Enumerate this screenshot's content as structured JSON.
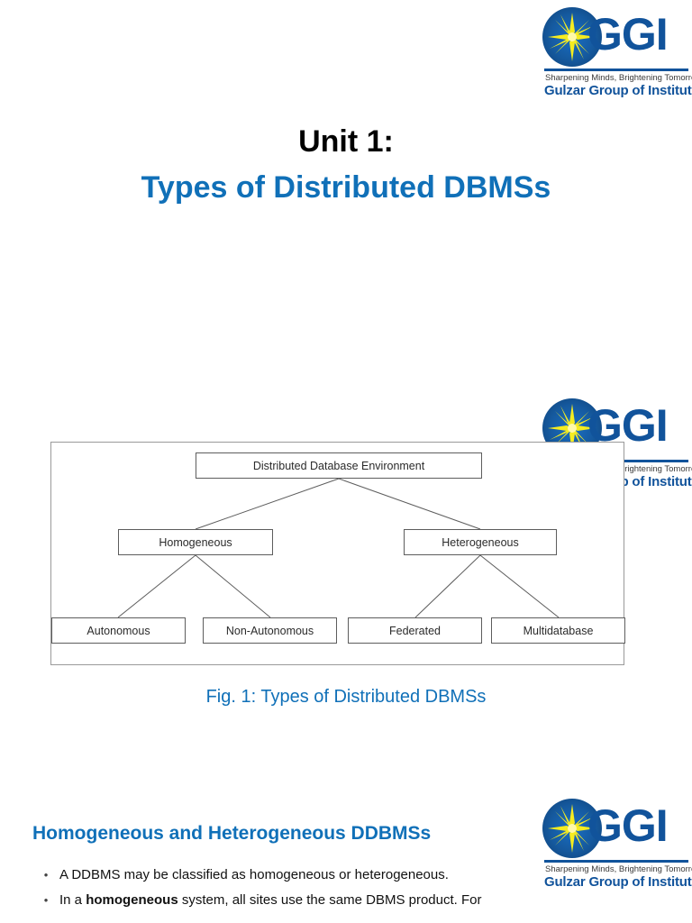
{
  "brand": {
    "accent_blue": "#1070b8",
    "logo_blue": "#11539b",
    "acronym": "GGI",
    "tagline": "Sharpening Minds, Brightening Tomorrow.",
    "full_name": "Gulzar Group of Institutes"
  },
  "title": {
    "line1": "Unit 1:",
    "line2": "Types of Distributed DBMSs"
  },
  "figure": {
    "caption": "Fig. 1: Types of Distributed DBMSs",
    "nodes": {
      "root": "Distributed Database Environment",
      "homogeneous": "Homogeneous",
      "heterogeneous": "Heterogeneous",
      "autonomous": "Autonomous",
      "non_autonomous": "Non-Autonomous",
      "federated": "Federated",
      "multidatabase": "Multidatabase"
    }
  },
  "section": {
    "heading": "Homogeneous and Heterogeneous DDBMSs",
    "bullets": [
      {
        "marker": "•",
        "text": "A DDBMS may be classified as homogeneous or heterogeneous."
      },
      {
        "marker": "•",
        "prefix": "In a ",
        "bold": "homogeneous",
        "suffix": " system, all sites use the same DBMS product.  For"
      }
    ]
  }
}
